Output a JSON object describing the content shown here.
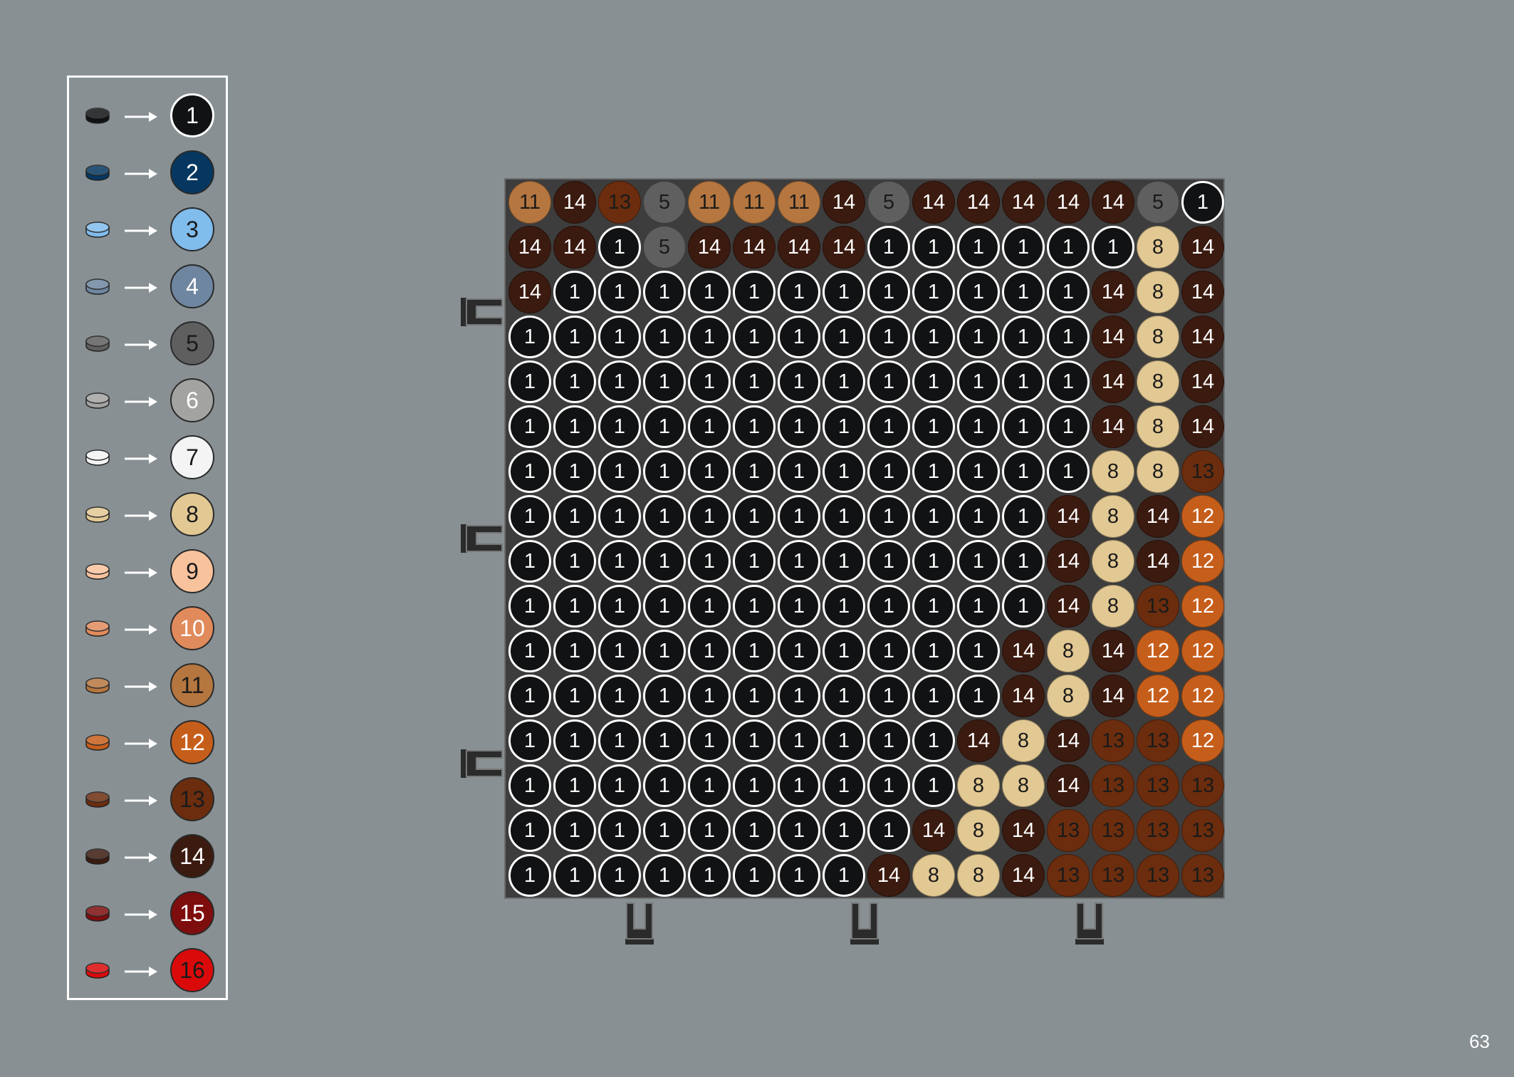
{
  "legend": {
    "items": [
      {
        "number": "1",
        "color": "#111213",
        "text_color": "#ffffff",
        "ring": "#ffffff"
      },
      {
        "number": "2",
        "color": "#053760",
        "text_color": "#ffffff",
        "ring": "#2a2a2a"
      },
      {
        "number": "3",
        "color": "#80bcec",
        "text_color": "#1a1a1a",
        "ring": "#2a2a2a"
      },
      {
        "number": "4",
        "color": "#6e86a0",
        "text_color": "#ffffff",
        "ring": "#2a2a2a"
      },
      {
        "number": "5",
        "color": "#5e5f5e",
        "text_color": "#1a1a1a",
        "ring": "#2a2a2a"
      },
      {
        "number": "6",
        "color": "#a3a4a2",
        "text_color": "#ffffff",
        "ring": "#2a2a2a"
      },
      {
        "number": "7",
        "color": "#f4f4f4",
        "text_color": "#1a1a1a",
        "ring": "#2a2a2a"
      },
      {
        "number": "8",
        "color": "#e2c893",
        "text_color": "#1a1a1a",
        "ring": "#2a2a2a"
      },
      {
        "number": "9",
        "color": "#f8c29c",
        "text_color": "#1a1a1a",
        "ring": "#2a2a2a"
      },
      {
        "number": "10",
        "color": "#e18a5c",
        "text_color": "#ffffff",
        "ring": "#2a2a2a"
      },
      {
        "number": "11",
        "color": "#b5763f",
        "text_color": "#1a1a1a",
        "ring": "#2a2a2a"
      },
      {
        "number": "12",
        "color": "#c65e1b",
        "text_color": "#ffffff",
        "ring": "#2a2a2a"
      },
      {
        "number": "13",
        "color": "#6b2d0e",
        "text_color": "#1a1a1a",
        "ring": "#2a2a2a"
      },
      {
        "number": "14",
        "color": "#3b1a0f",
        "text_color": "#ffffff",
        "ring": "#2a2a2a"
      },
      {
        "number": "15",
        "color": "#7e0d0d",
        "text_color": "#ffffff",
        "ring": "#2a2a2a"
      },
      {
        "number": "16",
        "color": "#db0a0a",
        "text_color": "#1a1a1a",
        "ring": "#2a2a2a"
      }
    ]
  },
  "mosaic": {
    "rows": [
      [
        11,
        14,
        13,
        5,
        11,
        11,
        11,
        14,
        5,
        14,
        14,
        14,
        14,
        14,
        5,
        1
      ],
      [
        14,
        14,
        1,
        5,
        14,
        14,
        14,
        14,
        1,
        1,
        1,
        1,
        1,
        1,
        8,
        14
      ],
      [
        14,
        1,
        1,
        1,
        1,
        1,
        1,
        1,
        1,
        1,
        1,
        1,
        1,
        14,
        8,
        14
      ],
      [
        1,
        1,
        1,
        1,
        1,
        1,
        1,
        1,
        1,
        1,
        1,
        1,
        1,
        14,
        8,
        14
      ],
      [
        1,
        1,
        1,
        1,
        1,
        1,
        1,
        1,
        1,
        1,
        1,
        1,
        1,
        14,
        8,
        14
      ],
      [
        1,
        1,
        1,
        1,
        1,
        1,
        1,
        1,
        1,
        1,
        1,
        1,
        1,
        14,
        8,
        14
      ],
      [
        1,
        1,
        1,
        1,
        1,
        1,
        1,
        1,
        1,
        1,
        1,
        1,
        1,
        8,
        8,
        13
      ],
      [
        1,
        1,
        1,
        1,
        1,
        1,
        1,
        1,
        1,
        1,
        1,
        1,
        14,
        8,
        14,
        12
      ],
      [
        1,
        1,
        1,
        1,
        1,
        1,
        1,
        1,
        1,
        1,
        1,
        1,
        14,
        8,
        14,
        12
      ],
      [
        1,
        1,
        1,
        1,
        1,
        1,
        1,
        1,
        1,
        1,
        1,
        1,
        14,
        8,
        13,
        12
      ],
      [
        1,
        1,
        1,
        1,
        1,
        1,
        1,
        1,
        1,
        1,
        1,
        14,
        8,
        14,
        12,
        12
      ],
      [
        1,
        1,
        1,
        1,
        1,
        1,
        1,
        1,
        1,
        1,
        1,
        14,
        8,
        14,
        12,
        12
      ],
      [
        1,
        1,
        1,
        1,
        1,
        1,
        1,
        1,
        1,
        1,
        14,
        8,
        14,
        13,
        13,
        12
      ],
      [
        1,
        1,
        1,
        1,
        1,
        1,
        1,
        1,
        1,
        1,
        8,
        8,
        14,
        13,
        13,
        13
      ],
      [
        1,
        1,
        1,
        1,
        1,
        1,
        1,
        1,
        1,
        14,
        8,
        14,
        13,
        13,
        13,
        13
      ],
      [
        1,
        1,
        1,
        1,
        1,
        1,
        1,
        1,
        14,
        8,
        8,
        14,
        13,
        13,
        13,
        13
      ]
    ]
  },
  "page": {
    "number": "63"
  }
}
